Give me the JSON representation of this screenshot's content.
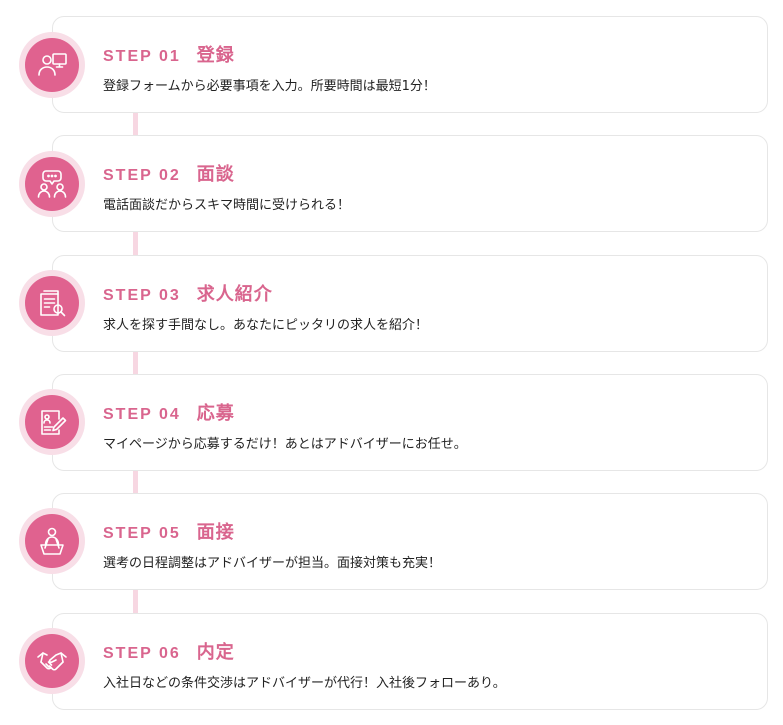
{
  "steps": [
    {
      "number": "STEP 01",
      "title": "登録",
      "description": "登録フォームから必要事項を入力。所要時間は最短1分！",
      "icon": "user-computer-icon"
    },
    {
      "number": "STEP 02",
      "title": "面談",
      "description": "電話面談だからスキマ時間に受けられる！",
      "icon": "conversation-icon"
    },
    {
      "number": "STEP 03",
      "title": "求人紹介",
      "description": "求人を探す手間なし。あなたにピッタリの求人を紹介！",
      "icon": "document-search-icon"
    },
    {
      "number": "STEP 04",
      "title": "応募",
      "description": "マイページから応募するだけ！あとはアドバイザーにお任せ。",
      "icon": "resume-edit-icon"
    },
    {
      "number": "STEP 05",
      "title": "面接",
      "description": "選考の日程調整はアドバイザーが担当。面接対策も充実！",
      "icon": "interview-icon"
    },
    {
      "number": "STEP 06",
      "title": "内定",
      "description": "入社日などの条件交渉はアドバイザーが代行！入社後フォローあり。",
      "icon": "handshake-icon"
    }
  ],
  "colors": {
    "accent": "#d9658e",
    "icon_background": "#e0628f",
    "icon_halo": "#f8dee7",
    "connector": "#f7d7e2",
    "card_border": "#e6e6e6"
  }
}
